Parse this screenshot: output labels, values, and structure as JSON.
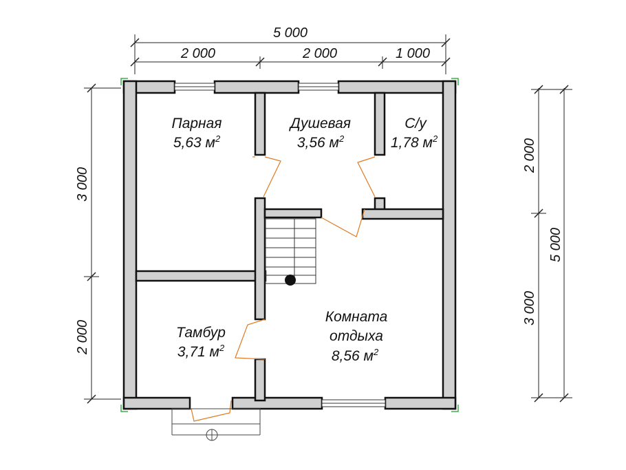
{
  "dimensions": {
    "top_total": "5 000",
    "top_seg1": "2 000",
    "top_seg2": "2 000",
    "top_seg3": "1 000",
    "left_upper": "3 000",
    "left_lower": "2 000",
    "right_upper": "2 000",
    "right_lower": "3 000",
    "right_total": "5 000"
  },
  "rooms": {
    "parnaya": {
      "name": "Парная",
      "area": "5,63 м",
      "sup": "2"
    },
    "dushevaya": {
      "name": "Душевая",
      "area": "3,56 м",
      "sup": "2"
    },
    "su": {
      "name": "С/у",
      "area": "1,78 м",
      "sup": "2"
    },
    "tambur": {
      "name": "Тамбур",
      "area": "3,71 м",
      "sup": "2"
    },
    "komnata": {
      "name_line1": "Комната",
      "name_line2": "отдыха",
      "area": "8,56 м",
      "sup": "2"
    }
  },
  "colors": {
    "wall_fill": "#d0d0d0",
    "door": "#e07a20",
    "corner_marker": "#3cb04a"
  }
}
